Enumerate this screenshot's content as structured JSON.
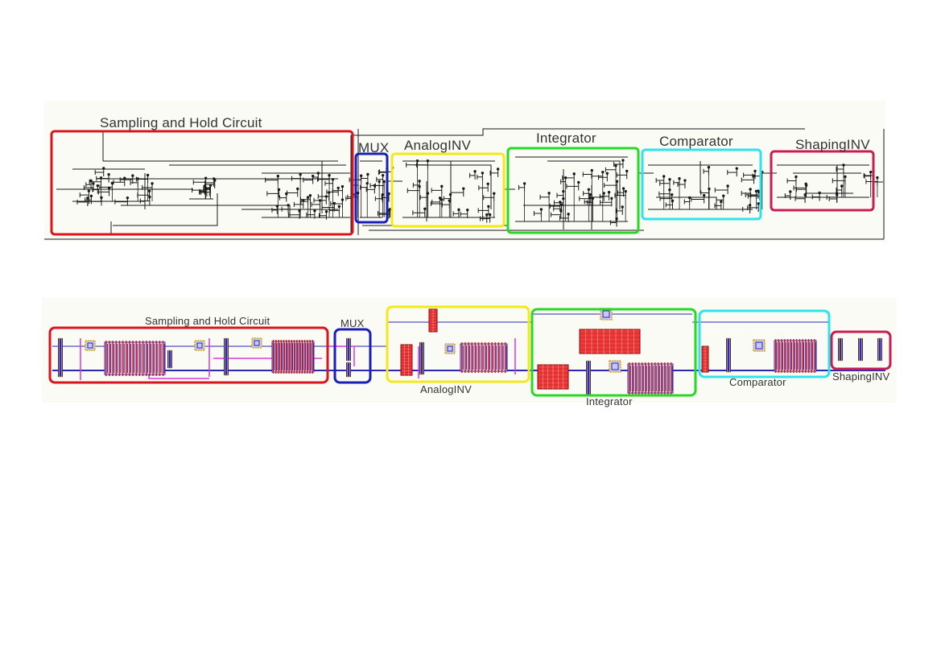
{
  "colors": {
    "sampling_hold": "#d9141e",
    "mux": "#1a1fb8",
    "analog_inv": "#f2ea18",
    "integrator": "#27d924",
    "comparator": "#2fe3ea",
    "shaping_inv": "#c91c55",
    "wire": "#1a1a1a",
    "metal1": "#2a2ab0",
    "metal2": "#d83ad8",
    "poly": "#d81b1b",
    "contact": "#e0a81a"
  },
  "schematic": {
    "blocks": [
      {
        "id": "sh",
        "label": "Sampling and Hold Circuit"
      },
      {
        "id": "mux",
        "label": "MUX"
      },
      {
        "id": "ainv",
        "label": "AnalogINV"
      },
      {
        "id": "integ",
        "label": "Integrator"
      },
      {
        "id": "comp",
        "label": "Comparator"
      },
      {
        "id": "sinv",
        "label": "ShapingINV"
      }
    ]
  },
  "layout": {
    "blocks": [
      {
        "id": "sh",
        "label": "Sampling and Hold Circuit"
      },
      {
        "id": "mux",
        "label": "MUX"
      },
      {
        "id": "ainv",
        "label": "AnalogINV"
      },
      {
        "id": "integ",
        "label": "Integrator"
      },
      {
        "id": "comp",
        "label": "Comparator"
      },
      {
        "id": "sinv",
        "label": "ShapingINV"
      }
    ]
  }
}
